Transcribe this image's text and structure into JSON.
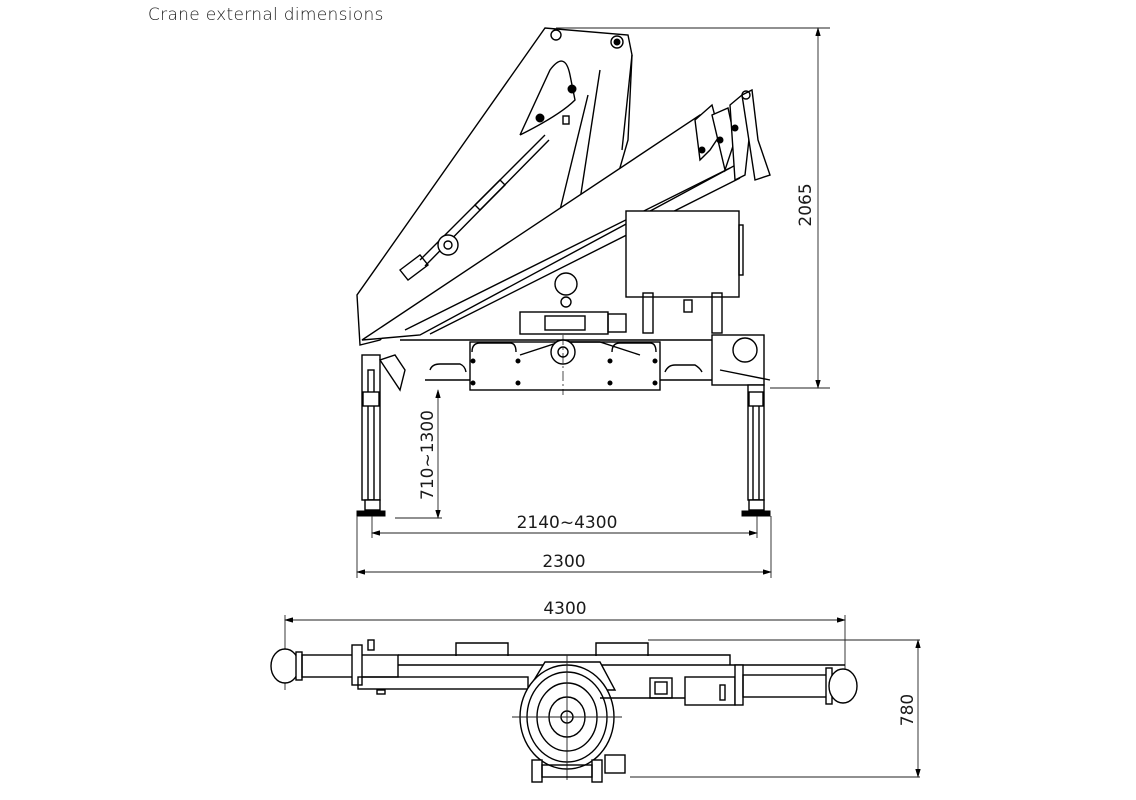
{
  "title": "Crane external dimensions",
  "side_view": {
    "dimensions": {
      "total_height": "2065",
      "base_height_range": "710~1300",
      "outrigger_span_range": "2140~4300",
      "base_width": "2300"
    }
  },
  "top_view": {
    "dimensions": {
      "max_outrigger_length": "4300",
      "depth": "780"
    }
  },
  "colors": {
    "line": "#000000",
    "background": "#ffffff"
  }
}
